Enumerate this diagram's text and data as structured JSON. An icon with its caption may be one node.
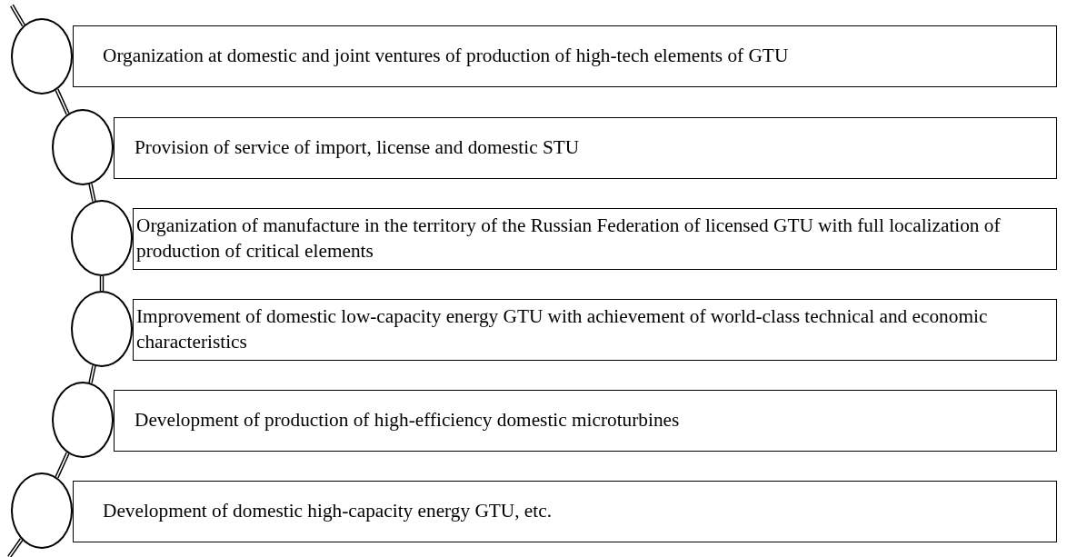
{
  "diagram": {
    "nodes": [
      {
        "text": [],
        "shape": "circle"
      },
      {
        "text": [
          "Organization at domestic and joint ventures of production of high-tech elements of GTU"
        ]
      },
      {
        "text": [],
        "shape": "circle"
      },
      {
        "text": [
          "Provision of service of import, license and domestic STU"
        ]
      },
      {
        "text": [],
        "shape": "circle"
      },
      {
        "text": [
          "Organization of manufacture in the territory of the Russian Federation of licensed GTU with full localization of production of critical elements"
        ]
      },
      {
        "text": [],
        "shape": "circle"
      },
      {
        "text": [
          "Improvement of domestic low-capacity energy GTU with achievement of world-class technical and economic characteristics"
        ]
      },
      {
        "text": [],
        "shape": "circle"
      },
      {
        "text": [
          "Development of production of high-efficiency domestic microturbines"
        ]
      },
      {
        "text": [],
        "shape": "circle"
      },
      {
        "text": [
          "Development of domestic high-capacity energy GTU, etc."
        ]
      }
    ],
    "edges": [
      {
        "from": null,
        "to": 0,
        "arrow": "none"
      },
      {
        "from": 0,
        "to": 2,
        "arrow": "none"
      },
      {
        "from": 2,
        "to": 4,
        "arrow": "none"
      },
      {
        "from": 4,
        "to": 6,
        "arrow": "none"
      },
      {
        "from": 6,
        "to": 8,
        "arrow": "none"
      },
      {
        "from": 8,
        "to": 10,
        "arrow": "none"
      },
      {
        "from": 10,
        "to": null,
        "arrow": "none"
      }
    ]
  }
}
